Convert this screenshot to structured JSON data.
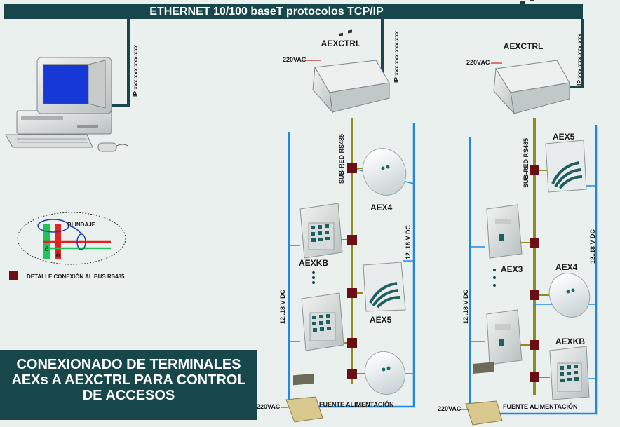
{
  "header": {
    "title": "ETHERNET 10/100 baseT protocolos TCP/IP"
  },
  "network": {
    "ip_label": "IP xxx.xxx.xxx.xxx",
    "subnet_label": "SUB-RED  RS485",
    "power_label": "220VAC",
    "dc_label": "12..18 V DC",
    "psu_label": "FUENTE ALIMENTACIÓN"
  },
  "controllers": [
    {
      "name": "AEXCTRL"
    },
    {
      "name": "AEXCTRL"
    }
  ],
  "terminals": {
    "group1": [
      "AEX4",
      "AEXKB",
      "AEX5"
    ],
    "group2": [
      "AEX5",
      "AEX3",
      "AEX4",
      "AEXKB"
    ]
  },
  "legend": {
    "shield_label": "BLINDAJE",
    "plus_label": "D+",
    "minus_label": "D-",
    "connection_label": "DETALLE CONEXIÓN AL BUS RS485"
  },
  "footer": {
    "title_lines": [
      "CONEXIONADO DE TERMINALES",
      "AEXs A AEXCTRL PARA CONTROL",
      "DE ACCESOS"
    ]
  },
  "colors": {
    "network_line": "#17474a",
    "bus_line": "#8d8c1c",
    "power_line": "#1e88e5",
    "connector": "#6b0f14",
    "title_bg": "#17474a",
    "background": "#eaf0ee"
  },
  "icons": [
    "computer-icon",
    "controller-icon",
    "reader-round-icon",
    "keypad-icon",
    "proximity-reader-icon",
    "power-supply-icon"
  ]
}
